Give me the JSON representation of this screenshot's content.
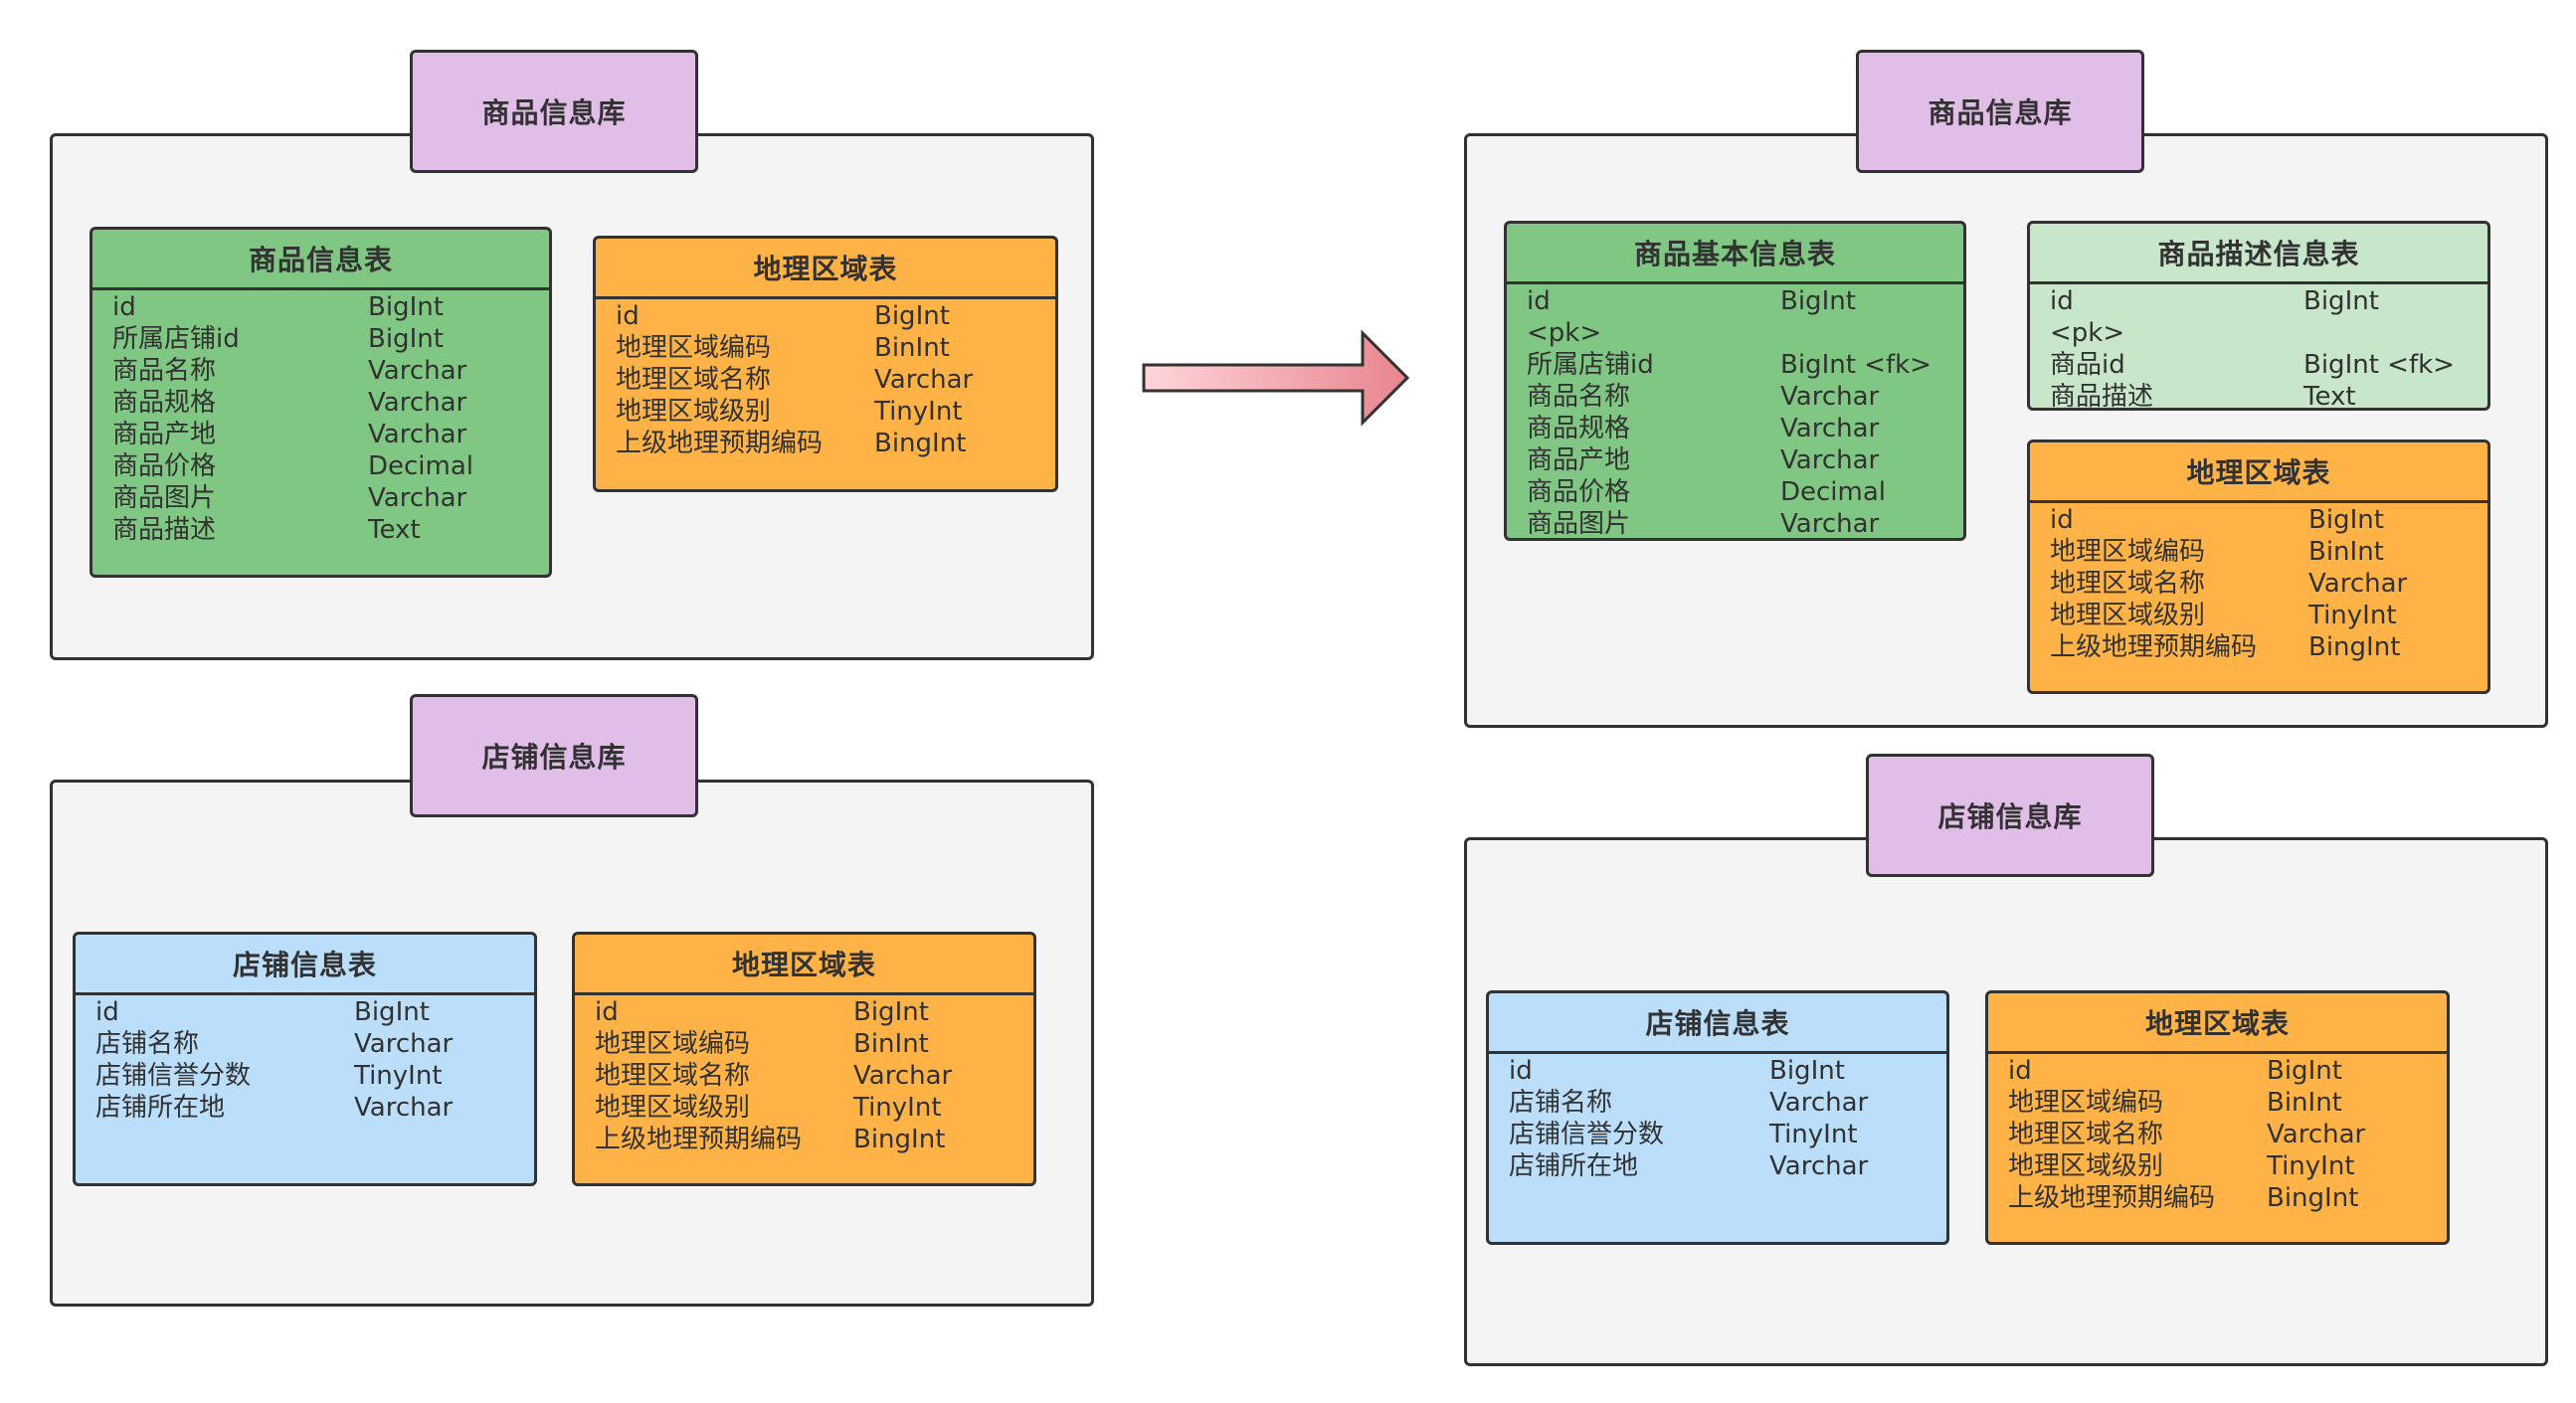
{
  "left": {
    "goods_db": {
      "label": "商品信息库",
      "tables": {
        "goods_info": {
          "title": "商品信息表",
          "fields": [
            {
              "name": "id",
              "type": "BigInt"
            },
            {
              "name": "所属店铺id",
              "type": "BigInt"
            },
            {
              "name": "商品名称",
              "type": "Varchar"
            },
            {
              "name": "商品规格",
              "type": "Varchar"
            },
            {
              "name": "商品产地",
              "type": "Varchar"
            },
            {
              "name": "商品价格",
              "type": "Decimal"
            },
            {
              "name": "商品图片",
              "type": "Varchar"
            },
            {
              "name": "商品描述",
              "type": "Text"
            }
          ]
        },
        "region": {
          "title": "地理区域表",
          "fields": [
            {
              "name": "id",
              "type": "BigInt"
            },
            {
              "name": "地理区域编码",
              "type": "BinInt"
            },
            {
              "name": "地理区域名称",
              "type": "Varchar"
            },
            {
              "name": "地理区域级别",
              "type": "TinyInt"
            },
            {
              "name": "上级地理预期编码",
              "type": "BingInt"
            }
          ]
        }
      }
    },
    "shop_db": {
      "label": "店铺信息库",
      "tables": {
        "shop_info": {
          "title": "店铺信息表",
          "fields": [
            {
              "name": "id",
              "type": "BigInt"
            },
            {
              "name": "店铺名称",
              "type": "Varchar"
            },
            {
              "name": "店铺信誉分数",
              "type": "TinyInt"
            },
            {
              "name": "店铺所在地",
              "type": "Varchar"
            }
          ]
        },
        "region": {
          "title": "地理区域表",
          "fields": [
            {
              "name": "id",
              "type": "BigInt"
            },
            {
              "name": "地理区域编码",
              "type": "BinInt"
            },
            {
              "name": "地理区域名称",
              "type": "Varchar"
            },
            {
              "name": "地理区域级别",
              "type": "TinyInt"
            },
            {
              "name": "上级地理预期编码",
              "type": "BingInt"
            }
          ]
        }
      }
    }
  },
  "right": {
    "goods_db": {
      "label": "商品信息库",
      "tables": {
        "goods_basic": {
          "title": "商品基本信息表",
          "fields": [
            {
              "name": "id",
              "type": "BigInt"
            },
            {
              "name": "<pk>",
              "type": ""
            },
            {
              "name": "所属店铺id",
              "type": "BigInt <fk>"
            },
            {
              "name": "商品名称",
              "type": "Varchar"
            },
            {
              "name": "商品规格",
              "type": "Varchar"
            },
            {
              "name": "商品产地",
              "type": "Varchar"
            },
            {
              "name": "商品价格",
              "type": "Decimal"
            },
            {
              "name": "商品图片",
              "type": "Varchar"
            }
          ]
        },
        "goods_desc": {
          "title": "商品描述信息表",
          "fields": [
            {
              "name": "id",
              "type": "BigInt"
            },
            {
              "name": "<pk>",
              "type": ""
            },
            {
              "name": "商品id",
              "type": "BigInt <fk>"
            },
            {
              "name": "商品描述",
              "type": "Text"
            }
          ]
        },
        "region": {
          "title": "地理区域表",
          "fields": [
            {
              "name": "id",
              "type": "BigInt"
            },
            {
              "name": "地理区域编码",
              "type": "BinInt"
            },
            {
              "name": "地理区域名称",
              "type": "Varchar"
            },
            {
              "name": "地理区域级别",
              "type": "TinyInt"
            },
            {
              "name": "上级地理预期编码",
              "type": "BingInt"
            }
          ]
        }
      }
    },
    "shop_db": {
      "label": "店铺信息库",
      "tables": {
        "shop_info": {
          "title": "店铺信息表",
          "fields": [
            {
              "name": "id",
              "type": "BigInt"
            },
            {
              "name": "店铺名称",
              "type": "Varchar"
            },
            {
              "name": "店铺信誉分数",
              "type": "TinyInt"
            },
            {
              "name": "店铺所在地",
              "type": "Varchar"
            }
          ]
        },
        "region": {
          "title": "地理区域表",
          "fields": [
            {
              "name": "id",
              "type": "BigInt"
            },
            {
              "name": "地理区域编码",
              "type": "BinInt"
            },
            {
              "name": "地理区域名称",
              "type": "Varchar"
            },
            {
              "name": "地理区域级别",
              "type": "TinyInt"
            },
            {
              "name": "上级地理预期编码",
              "type": "BingInt"
            }
          ]
        }
      }
    }
  },
  "colors": {
    "db_container_bg": "#f4f4f4",
    "db_label_bg": "#e1bee7",
    "border": "#323232",
    "table_green": "#7fc782",
    "table_lightgreen": "#c8e6c9",
    "table_orange": "#ffb347",
    "table_blue": "#bbdefb",
    "arrow_start": "#ffd6da",
    "arrow_end": "#e8848d"
  },
  "icons": {
    "transform_arrow": "right-arrow-icon"
  }
}
